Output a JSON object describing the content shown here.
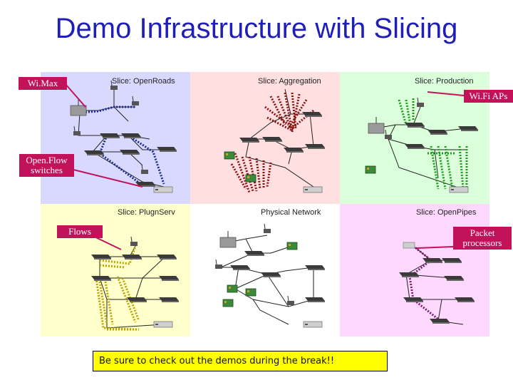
{
  "title": "Demo Infrastructure with Slicing",
  "panels": [
    {
      "key": "openroads",
      "label": "Slice: OpenRoads",
      "bg": "#d9d9ff"
    },
    {
      "key": "aggregation",
      "label": "Slice: Aggregation",
      "bg": "#ffdfdf"
    },
    {
      "key": "production",
      "label": "Slice: Production",
      "bg": "#dbffdb"
    },
    {
      "key": "plugnserv",
      "label": "Slice: PlugnServ",
      "bg": "#ffffcc"
    },
    {
      "key": "physical",
      "label": "Physical Network",
      "bg": "#ffffff"
    },
    {
      "key": "openpipes",
      "label": "Slice: OpenPipes",
      "bg": "#ffd8ff"
    }
  ],
  "callouts": {
    "wimax": "Wi.Max",
    "wifi_aps": "Wi.Fi APs",
    "openflow_l1": "Open.Flow",
    "openflow_l2": "switches",
    "flows": "Flows",
    "packet_l1": "Packet",
    "packet_l2": "processors"
  },
  "banner": "Be sure to check out the demos during the break!!",
  "colors": {
    "title": "#1f1fb8",
    "callout": "#c2125a",
    "banner": "#ffff00",
    "openroads_flow": "#1a2a8a",
    "aggregation_flow": "#8b1010",
    "production_flow": "#1e9a1e",
    "plugnserv_flow": "#b7a400",
    "openpipes_flow": "#7a1a6a"
  }
}
